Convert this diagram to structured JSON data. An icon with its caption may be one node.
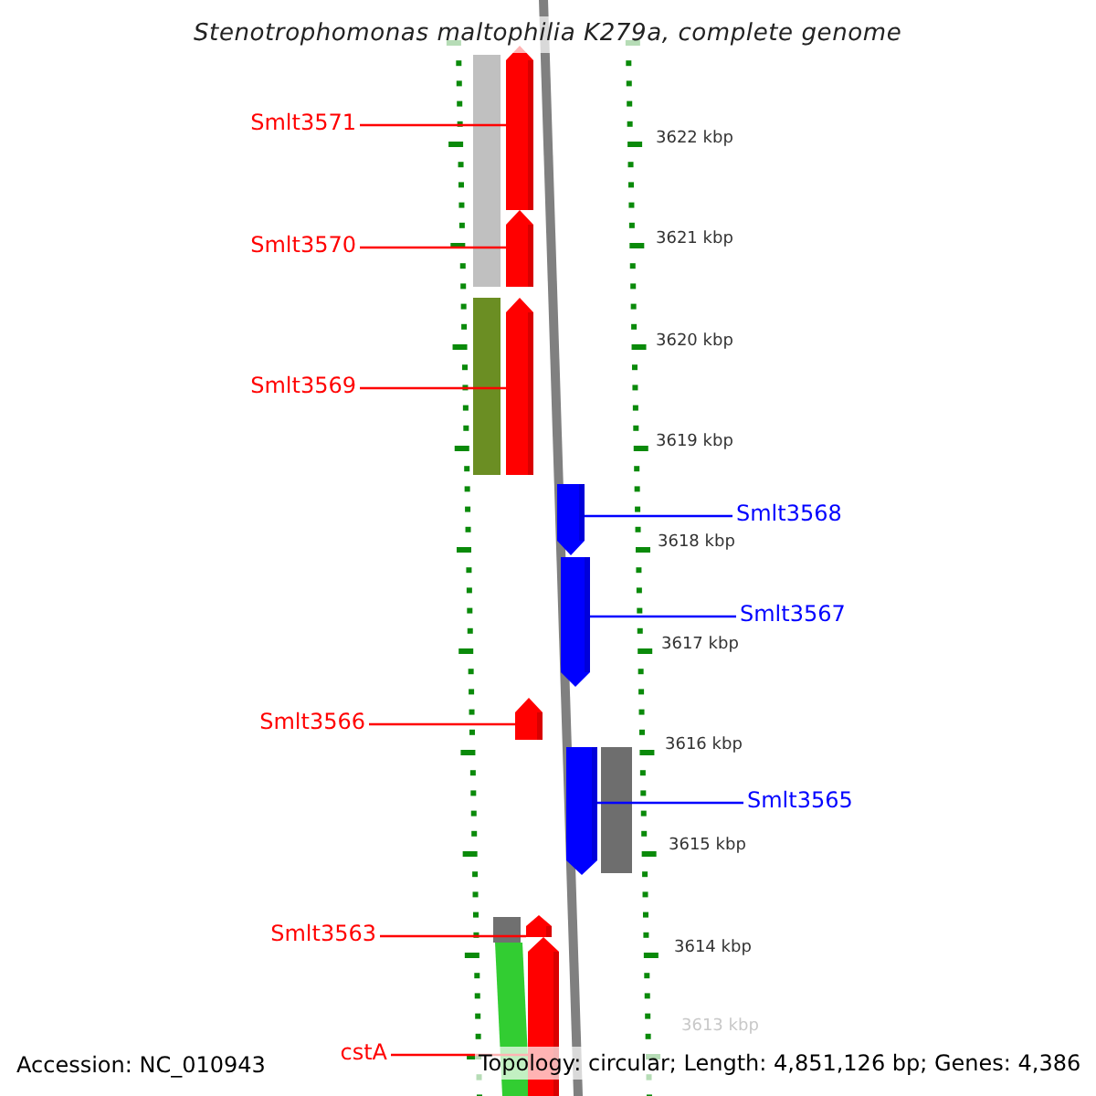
{
  "diagram": {
    "title": "Stenotrophomonas maltophilia K279a, complete genome",
    "nodes": [
      {
        "text": [
          "Smlt3571"
        ]
      },
      {
        "text": [],
        "shape": "bar"
      },
      {
        "text": [
          "Smlt3570"
        ]
      },
      {
        "text": [],
        "shape": "bar"
      },
      {
        "text": [
          "Smlt3569"
        ]
      },
      {
        "text": [],
        "shape": "bar"
      },
      {
        "text": [
          "Smlt3568"
        ]
      },
      {
        "text": [],
        "shape": "bar"
      },
      {
        "text": [
          "Smlt3567"
        ]
      },
      {
        "text": [],
        "shape": "bar"
      },
      {
        "text": [
          "Smlt3566"
        ]
      },
      {
        "text": [],
        "shape": "bar"
      },
      {
        "text": [
          "Smlt3565"
        ]
      },
      {
        "text": [],
        "shape": "bar"
      },
      {
        "text": [
          "Smlt3563"
        ]
      },
      {
        "text": [],
        "shape": "bar"
      },
      {
        "text": [
          "cstA"
        ]
      },
      {
        "text": [],
        "shape": "bar"
      }
    ],
    "edges": [
      {
        "from": 0,
        "to": 1,
        "arrow": "none"
      },
      {
        "from": 2,
        "to": 3,
        "arrow": "none"
      },
      {
        "from": 4,
        "to": 5,
        "arrow": "none"
      },
      {
        "from": 6,
        "to": 7,
        "arrow": "none",
        "color": "#0000ff"
      },
      {
        "from": 8,
        "to": 9,
        "arrow": "none",
        "color": "#0000ff"
      },
      {
        "from": 10,
        "to": 11,
        "arrow": "none"
      },
      {
        "from": 12,
        "to": 13,
        "arrow": "none",
        "color": "#0000ff"
      },
      {
        "from": 14,
        "to": 15,
        "arrow": "none"
      },
      {
        "from": 16,
        "to": 17,
        "arrow": "none"
      }
    ],
    "labels": [
      "3622 kbp",
      "3621 kbp",
      "3620 kbp",
      "3619 kbp",
      "3618 kbp",
      "3617 kbp",
      "3616 kbp",
      "3615 kbp",
      "3614 kbp",
      "3613 kbp",
      "Accession: NC_010943",
      "Topology: circular; Length: 4,851,126 bp; Genes: 4,386"
    ]
  }
}
